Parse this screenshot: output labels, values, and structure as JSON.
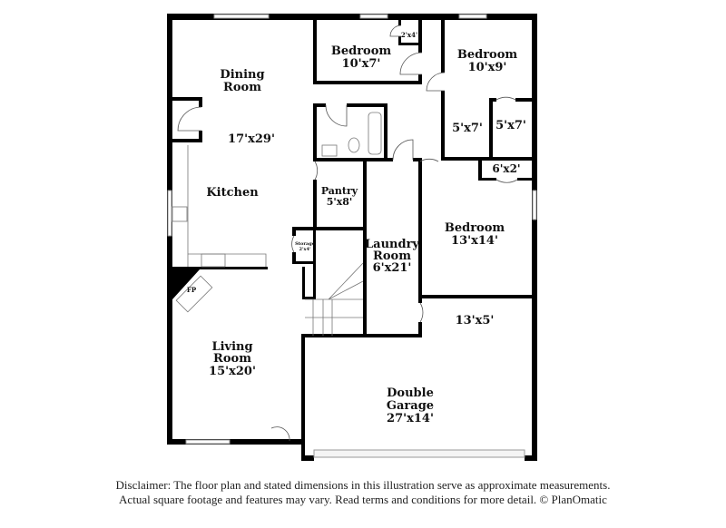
{
  "rooms": {
    "bedroom1": {
      "name": "Bedroom",
      "size": "10'x7'"
    },
    "closet1": {
      "size": "2'x4'"
    },
    "bedroom2": {
      "name": "Bedroom",
      "size": "10'x9'"
    },
    "dining": {
      "name_line1": "Dining",
      "name_line2": "Room",
      "size": "17'x29'"
    },
    "closet_a": {
      "size": "5'x7'"
    },
    "closet_b": {
      "size": "5'x7'"
    },
    "closet_c": {
      "size": "6'x2'"
    },
    "kitchen": {
      "name": "Kitchen"
    },
    "pantry": {
      "name": "Pantry",
      "size": "5'x8'"
    },
    "storage": {
      "name": "Storage",
      "size": "2'x4'"
    },
    "laundry": {
      "name_line1": "Laundry",
      "name_line2": "Room",
      "size": "6'x21'"
    },
    "bedroom3": {
      "name": "Bedroom",
      "size": "13'x14'"
    },
    "hall": {
      "size": "13'x5'"
    },
    "fireplace": {
      "name": "FP"
    },
    "living": {
      "name_line1": "Living",
      "name_line2": "Room",
      "size": "15'x20'"
    },
    "garage": {
      "name_line1": "Double",
      "name_line2": "Garage",
      "size": "27'x14'"
    }
  },
  "disclaimer": {
    "line1": "Disclaimer: The floor plan and stated dimensions in this illustration serve as approximate measurements.",
    "line2": "Actual square footage and features may vary. Read terms and conditions for more detail. © PlanOmatic"
  }
}
